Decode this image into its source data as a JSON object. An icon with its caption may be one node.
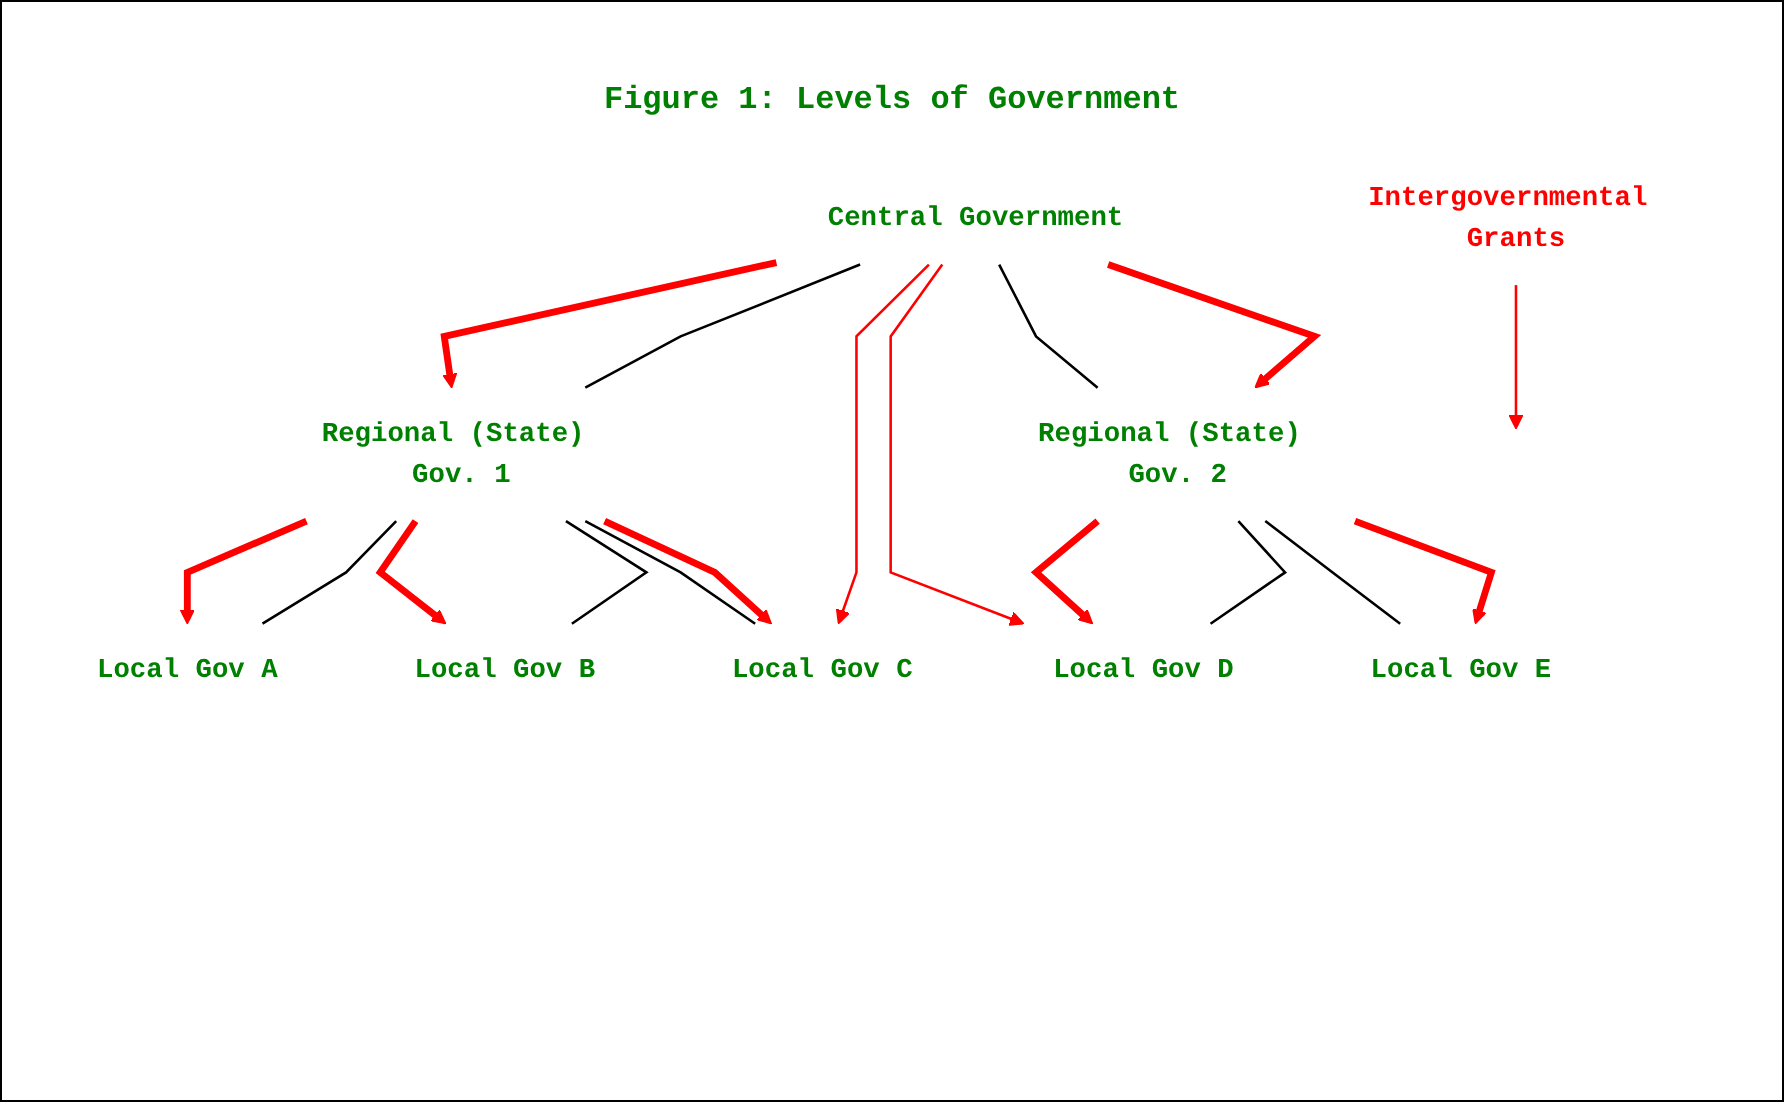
{
  "diagram": {
    "title": "Figure 1: Levels of Government",
    "nodes": [
      {
        "text": [
          "Central Government"
        ]
      },
      {
        "text": [
          "Regional (State) Gov. 1"
        ]
      },
      {
        "text": [
          "Regional (State) Gov. 2"
        ]
      },
      {
        "text": [
          "Local Gov A"
        ]
      },
      {
        "text": [
          "Local Gov B"
        ]
      },
      {
        "text": [
          "Local Gov C"
        ]
      },
      {
        "text": [
          "Local Gov D"
        ]
      },
      {
        "text": [
          "Local Gov E"
        ]
      },
      {
        "text": [
          "Intergovernmental Grants"
        ]
      }
    ],
    "edges": [
      {
        "from": 0,
        "to": 1,
        "arrow": "to",
        "style": "thick",
        "color": "#ff0000"
      },
      {
        "from": 0,
        "to": 1,
        "arrow": "none",
        "color": "#000000"
      },
      {
        "from": 0,
        "to": 5,
        "arrow": "to",
        "color": "#ff0000"
      },
      {
        "from": 0,
        "to": 6,
        "arrow": "to",
        "color": "#ff0000"
      },
      {
        "from": 0,
        "to": 2,
        "arrow": "none",
        "color": "#000000"
      },
      {
        "from": 0,
        "to": 2,
        "arrow": "to",
        "style": "thick",
        "color": "#ff0000"
      },
      {
        "from": 1,
        "to": 3,
        "arrow": "to",
        "style": "thick",
        "color": "#ff0000"
      },
      {
        "from": 1,
        "to": 3,
        "arrow": "none",
        "color": "#000000"
      },
      {
        "from": 1,
        "to": 4,
        "arrow": "to",
        "style": "thick",
        "color": "#ff0000"
      },
      {
        "from": 1,
        "to": 4,
        "arrow": "none",
        "color": "#000000"
      },
      {
        "from": 1,
        "to": 5,
        "arrow": "none",
        "color": "#000000"
      },
      {
        "from": 1,
        "to": 5,
        "arrow": "to",
        "style": "thick",
        "color": "#ff0000"
      },
      {
        "from": 2,
        "to": 6,
        "arrow": "to",
        "style": "thick",
        "color": "#ff0000"
      },
      {
        "from": 2,
        "to": 6,
        "arrow": "none",
        "color": "#000000"
      },
      {
        "from": 2,
        "to": 7,
        "arrow": "none",
        "color": "#000000"
      },
      {
        "from": 2,
        "to": 7,
        "arrow": "to",
        "style": "thick",
        "color": "#ff0000"
      },
      {
        "from": 8,
        "to": null,
        "arrow": "to",
        "color": "#ff0000"
      }
    ]
  }
}
